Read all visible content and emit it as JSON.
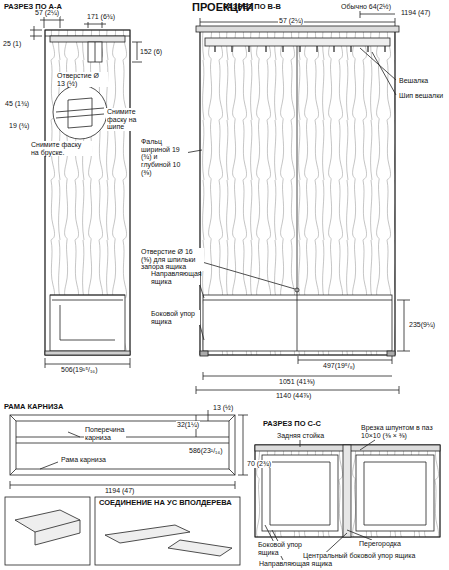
{
  "diagram": {
    "title": "ПРОЕКЦИИ",
    "labels": [
      "РАЗРЕЗ ПО А-А",
      "57 (2¼)",
      "171 (6¾)",
      "25 (1)",
      "152 (6)",
      "Отверстие Ø 13 (½)",
      "45 (1¾)",
      "Снимите фаску на шипе",
      "19 (¾)",
      "Снимите фаску на бруске.",
      "506(19¹⁵/₁₆)",
      "РАЗРЕЗ ПО В-В",
      "Обычно 64(2½)",
      "57 (2¼)",
      "1194 (47)",
      "Вешалка",
      "Шип вешалки",
      "Фальц шириной 19 (¾) и глубиной 10 (⅜)",
      "Отверстие Ø 16 (⅝) для шпильки запора ящика",
      "Направляющая ящика",
      "Боковой упор ящика",
      "235(9¼)",
      "497(19⁵/₈)",
      "1051 (41⅜)",
      "1140 (44⅞)",
      "РАМА КАРНИЗА",
      "Поперечина карниза",
      "32(1¼)",
      "13 (½)",
      "Рама карниза",
      "586(23¹/₁₆)",
      "1194 (47)",
      "70 (2¾)",
      "СОЕДИНЕНИЕ НА УС ВПОЛДЕРЕВА",
      "РАЗРЕЗ ПО С-С",
      "Задняя стойка",
      "Врезка шпунтом в паз 10×10 (⅜ × ⅜)",
      "Боковой упор ящика",
      "Направляющая ящика",
      "Перегородка",
      "Центральный боковой упор ящика"
    ]
  }
}
